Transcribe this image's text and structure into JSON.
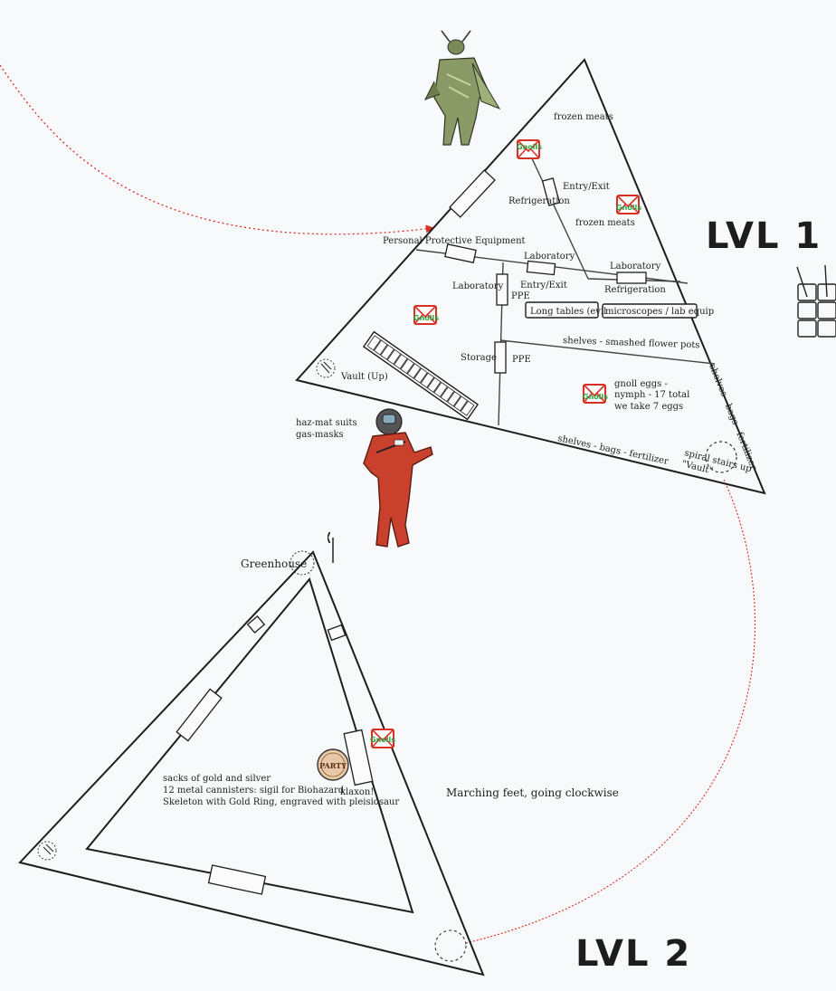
{
  "headings": {
    "level1": "LVL 1",
    "level2": "LVL 2"
  },
  "level1": {
    "labels": {
      "frozen_meats_top": "frozen meats",
      "entry_exit_top": "Entry/Exit",
      "refrigeration_top": "Refrigeration",
      "frozen_meats_mid": "frozen meats",
      "ppe_full": "Personal Protective Equipment",
      "laboratory_center": "Laboratory",
      "laboratory_right": "Laboratory",
      "entry_exit_mid": "Entry/Exit",
      "refrigeration_right": "Refrigeration",
      "laboratory_left": "Laboratory",
      "ppe_upper": "PPE",
      "long_tables": "Long tables (evil",
      "microscopes": "microscopes / lab equip",
      "shelves_flower": "shelves - smashed flower pots",
      "storage": "Storage",
      "ppe_lower": "PPE",
      "vault_up": "Vault (Up)",
      "gnoll_eggs_1": "gnoll eggs -",
      "gnoll_eggs_2": "nymph - 17 total",
      "gnoll_eggs_3": "we take 7 eggs",
      "shelves_bottom": "shelves - bags - fertilizer",
      "shelves_side": "shelves - bags - fertilizer",
      "spiral_1": "spiral stairs up",
      "spiral_2": "\"Vault\""
    },
    "gnolls_badge": "Gnolls"
  },
  "notes": {
    "hazmat_1": "haz-mat suits",
    "hazmat_2": "gas-masks",
    "greenhouse": "Greenhouse",
    "marching": "Marching feet, going clockwise"
  },
  "level2": {
    "loot_1": "sacks of gold and silver",
    "loot_2": "12 metal cannisters: sigil for Biohazard",
    "loot_3": "Skeleton with Gold Ring, engraved with pleisiosaur",
    "klaxon": "klaxon!",
    "party_token": "PARTY",
    "gnolls_badge": "Gnolls"
  },
  "icons": [
    "mantis-warrior-figure",
    "hazmat-figure",
    "gnolls-envelope-icon",
    "party-token-icon",
    "stairs-icon",
    "dotted-arrow-path"
  ],
  "colors": {
    "gnoll_red": "#d93025",
    "gnoll_green": "#2ea043",
    "arrow_red": "#d93025",
    "ink": "#1e1e1e"
  }
}
